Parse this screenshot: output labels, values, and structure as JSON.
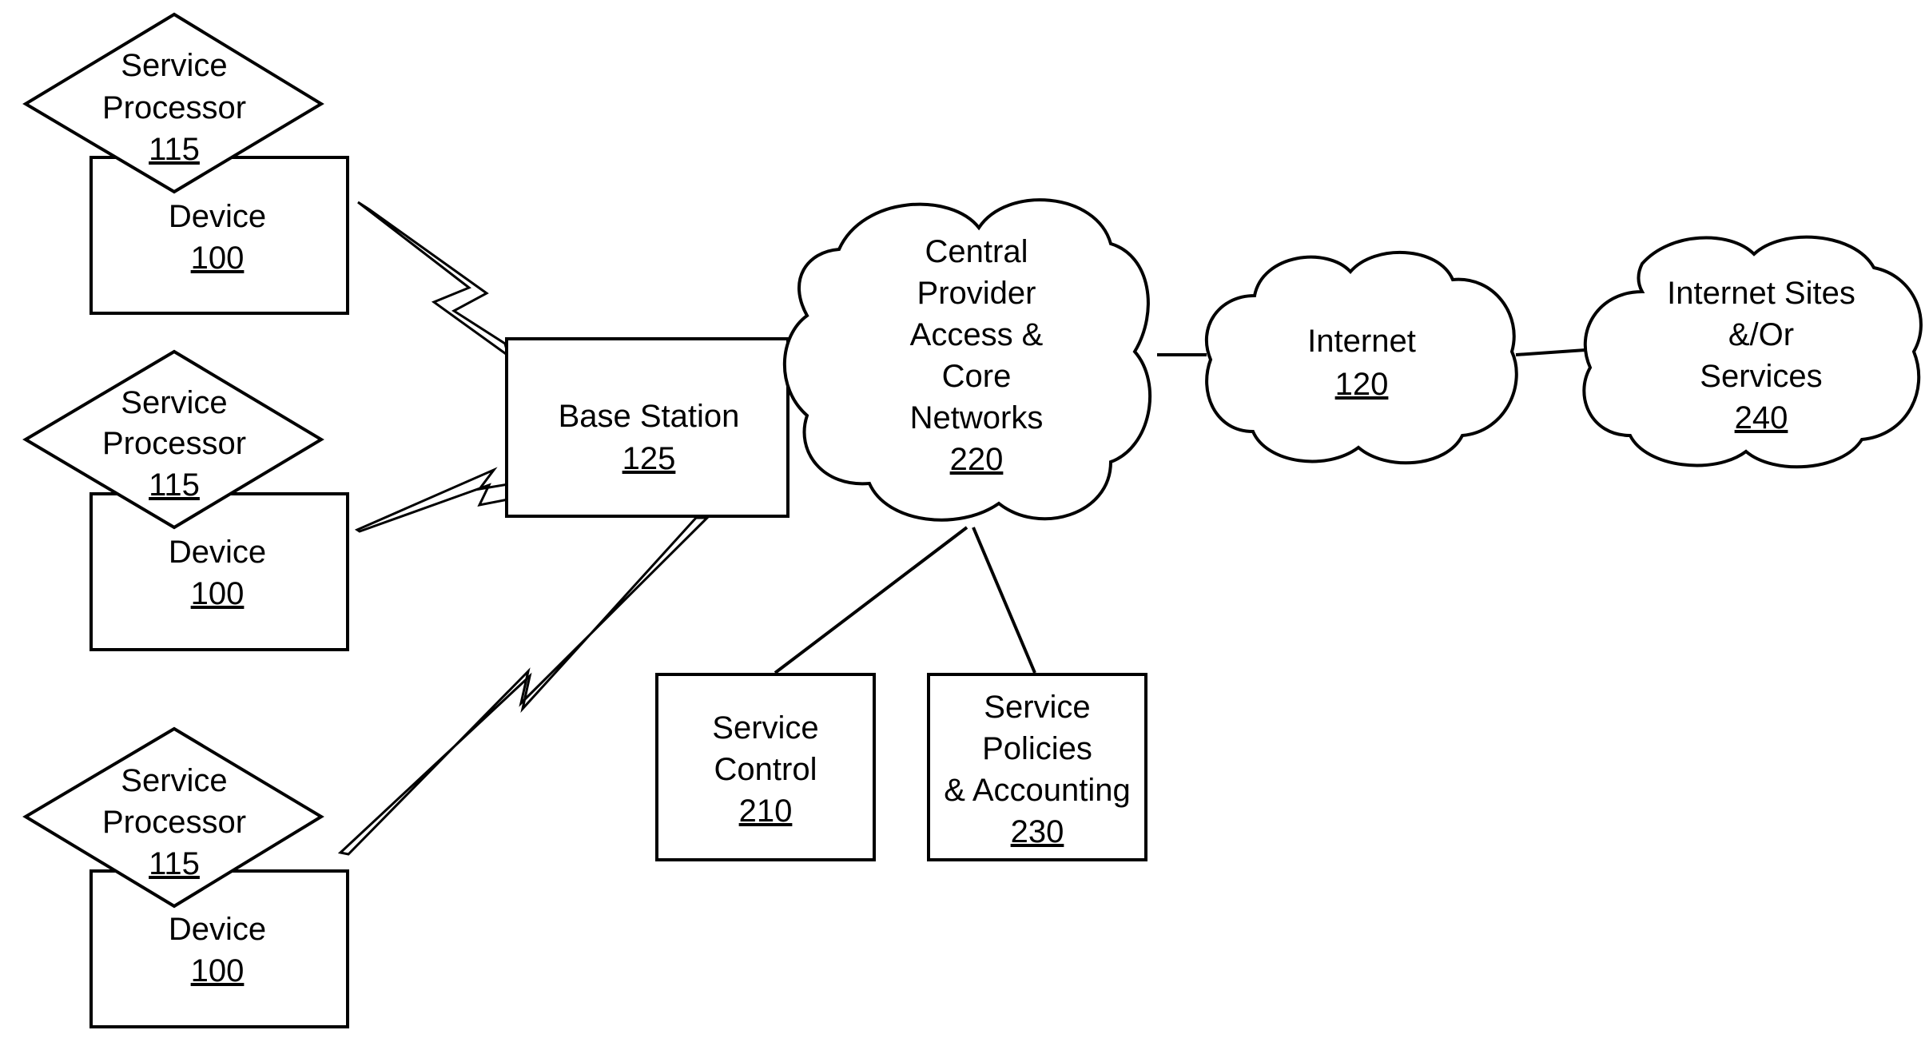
{
  "diagram": {
    "devices": [
      {
        "service_processor": {
          "line1": "Service",
          "line2": "Processor",
          "ref": "115"
        },
        "device": {
          "label": "Device",
          "ref": "100"
        }
      },
      {
        "service_processor": {
          "line1": "Service",
          "line2": "Processor",
          "ref": "115"
        },
        "device": {
          "label": "Device",
          "ref": "100"
        }
      },
      {
        "service_processor": {
          "line1": "Service",
          "line2": "Processor",
          "ref": "115"
        },
        "device": {
          "label": "Device",
          "ref": "100"
        }
      }
    ],
    "base_station": {
      "label": "Base Station",
      "ref": "125"
    },
    "core_network": {
      "lines": [
        "Central",
        "Provider",
        "Access &",
        "Core",
        "Networks"
      ],
      "ref": "220"
    },
    "internet": {
      "label": "Internet",
      "ref": "120"
    },
    "internet_sites": {
      "lines": [
        "Internet Sites",
        "&/Or",
        "Services"
      ],
      "ref": "240"
    },
    "service_control": {
      "lines": [
        "Service",
        "Control"
      ],
      "ref": "210"
    },
    "service_policies": {
      "lines": [
        "Service",
        "Policies",
        "& Accounting"
      ],
      "ref": "230"
    }
  }
}
